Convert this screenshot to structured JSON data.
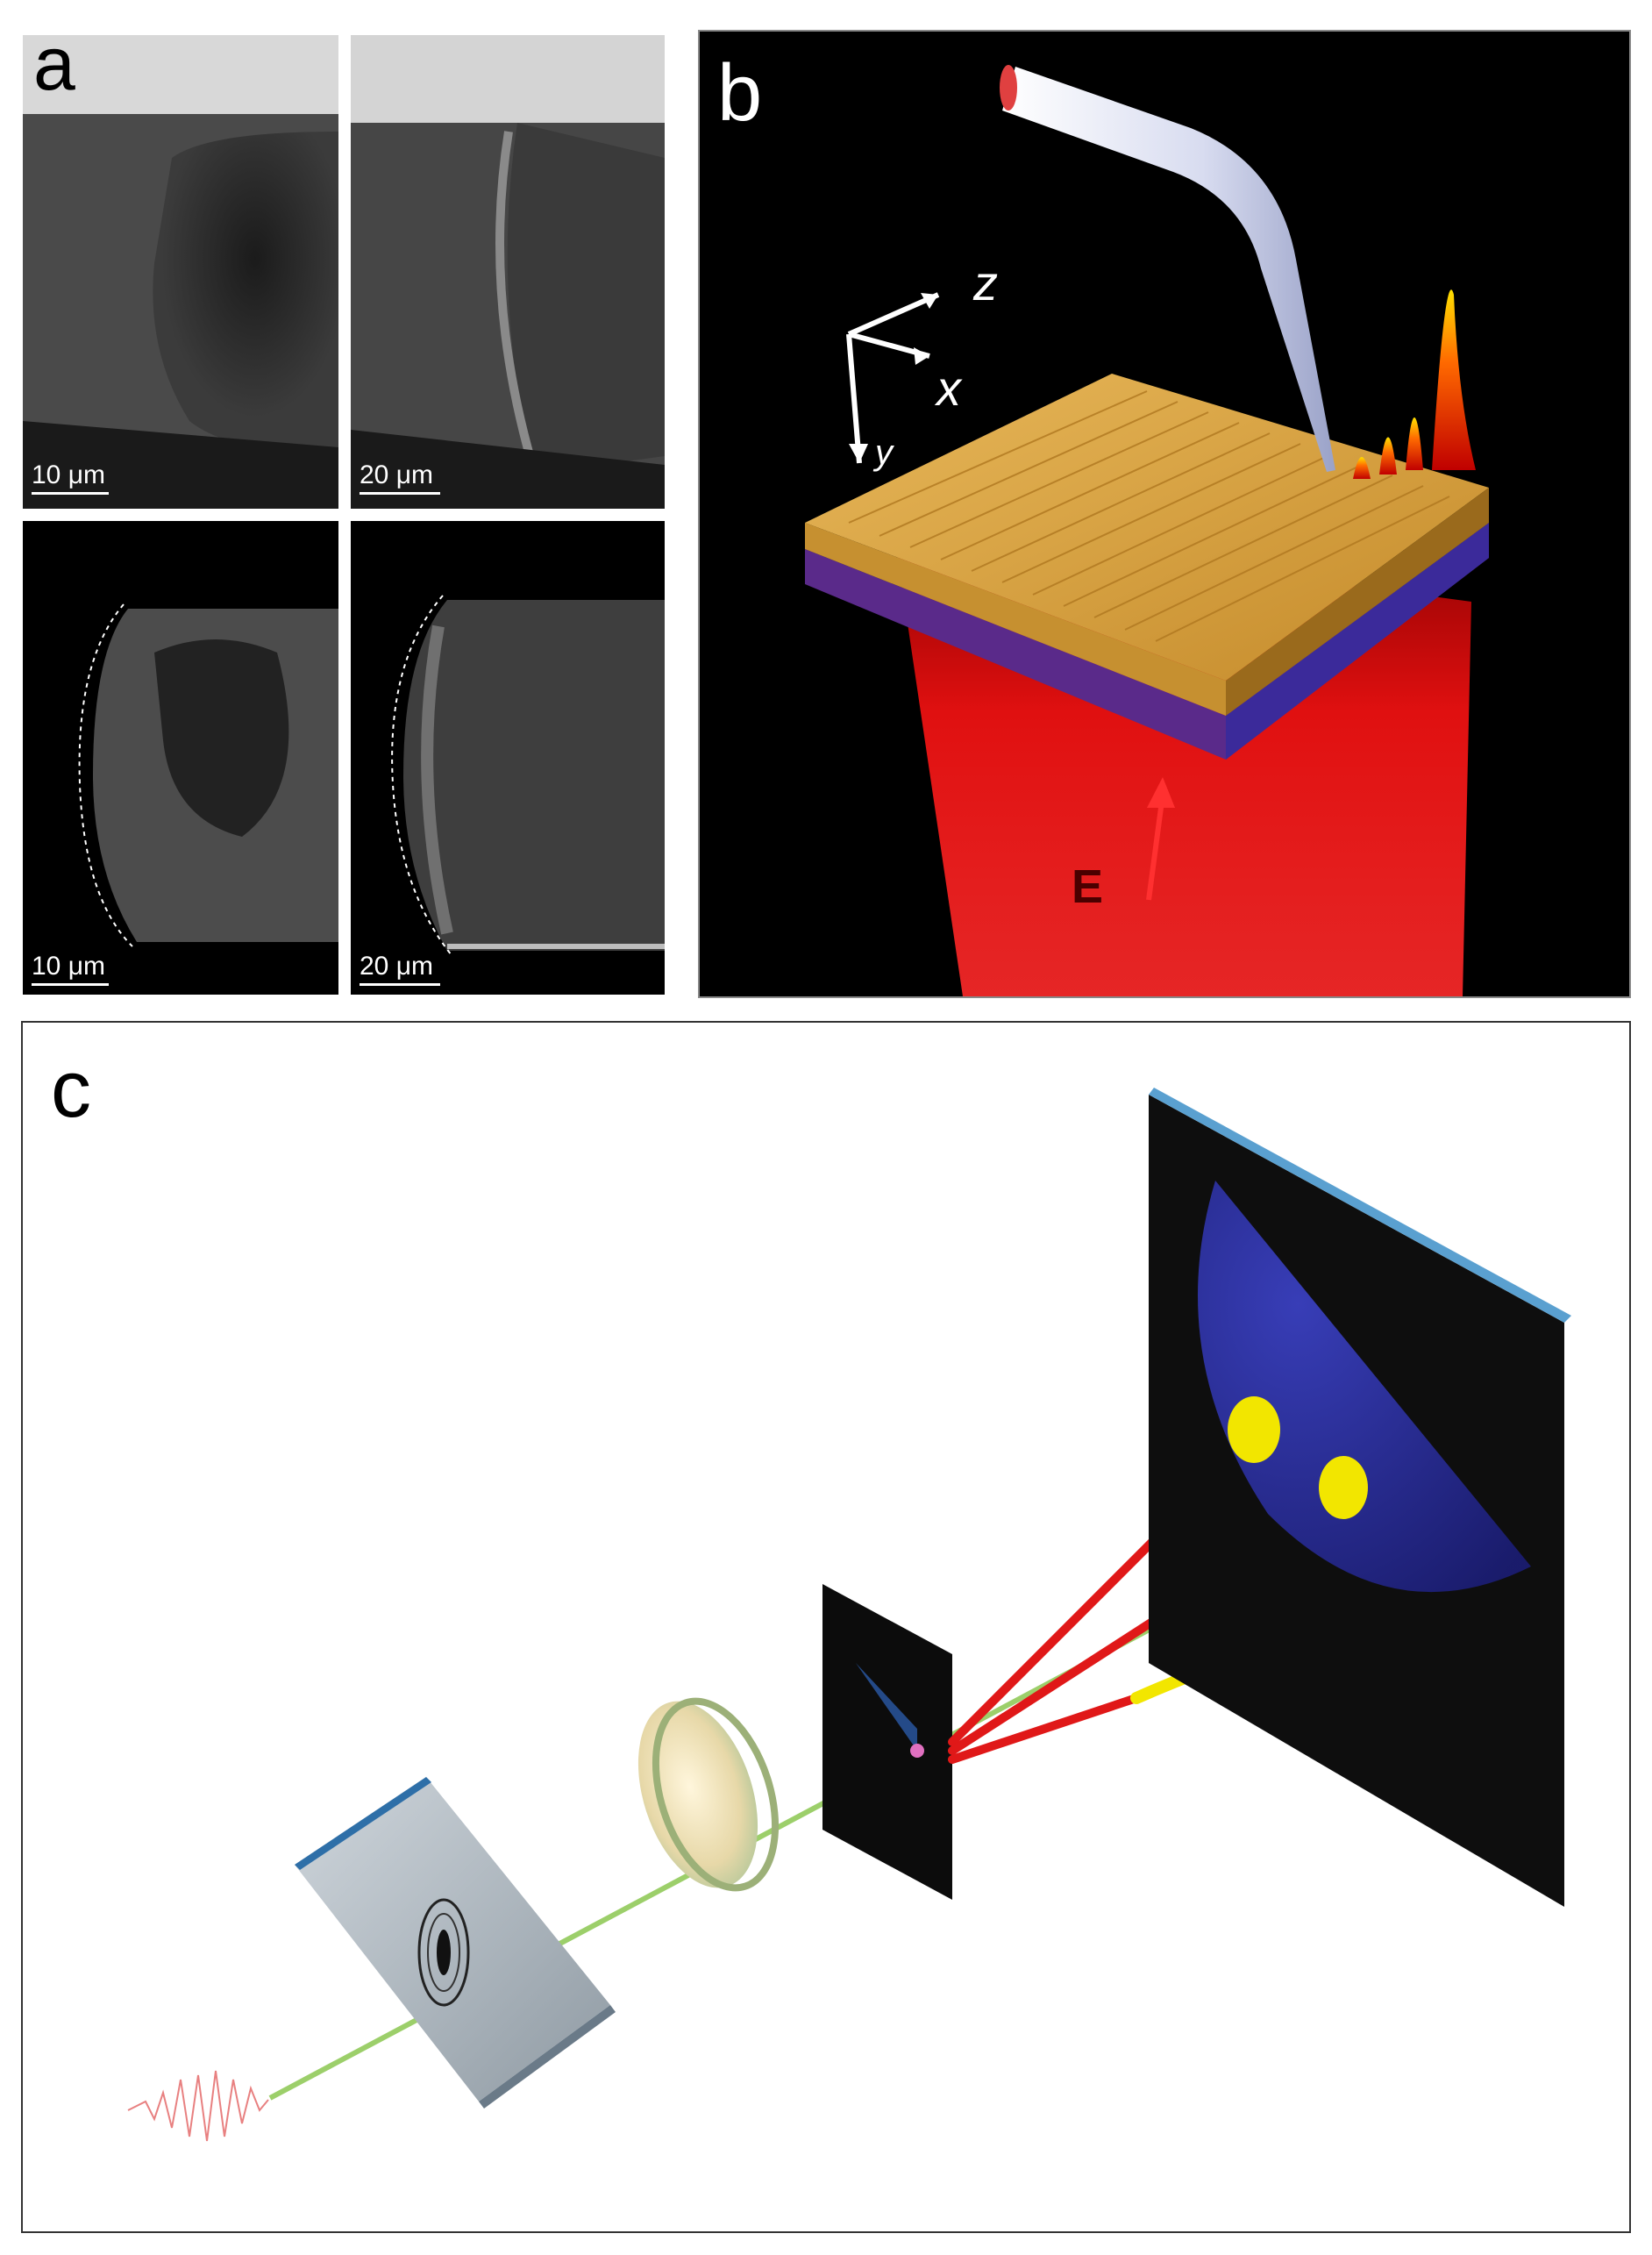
{
  "panels": {
    "a": {
      "label": "a",
      "images": [
        {
          "scale_label": "10 μm"
        },
        {
          "scale_label": "20 μm"
        },
        {
          "scale_label": "10 μm"
        },
        {
          "scale_label": "20 μm"
        }
      ]
    },
    "b": {
      "label": "b",
      "axes": {
        "z": "z",
        "x": "x",
        "y": "y"
      },
      "field_label": "E"
    },
    "c": {
      "label": "c"
    }
  },
  "colors": {
    "plasmonic_gold": "#d9a23c",
    "laser_red": "#e01010",
    "screen_blue": "#2a2fa0",
    "spot_yellow": "#f2e600",
    "beam_green": "#9ccf6a"
  }
}
